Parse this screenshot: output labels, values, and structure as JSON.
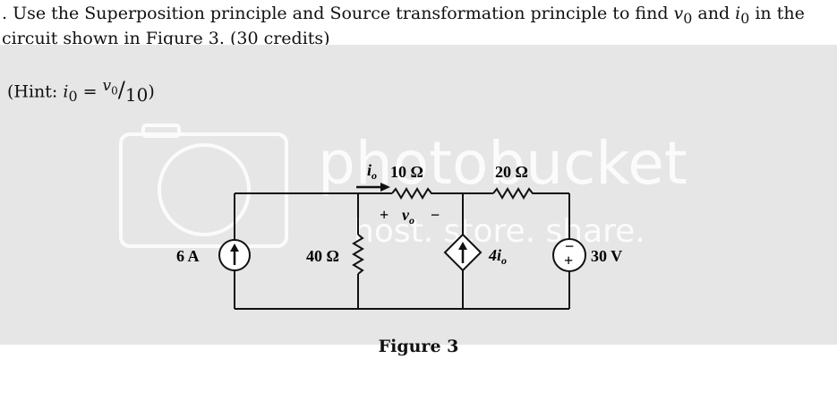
{
  "problem": {
    "prefix": ". Use the Superposition principle and Source transformation principle to find ",
    "var_v": "v",
    "sub_v": "0",
    "conj": " and ",
    "var_i": "i",
    "sub_i": "0",
    "suffix": " in the circuit shown in Figure 3. (30 credits)"
  },
  "hint": {
    "open": "(Hint: ",
    "var_i": "i",
    "sub_i": "0",
    "eq": " = ",
    "num": "v",
    "num_sub": "0",
    "slash": "/",
    "den": "10",
    "close": ")"
  },
  "watermark": {
    "brand": "photobucket",
    "tagline": "host. store. share."
  },
  "circuit": {
    "current_source_label": "6 A",
    "r1_label": "40 Ω",
    "r2_label": "10 Ω",
    "r3_label": "20 Ω",
    "i_label": "i",
    "i_sub": "o",
    "v_plus": "+",
    "v_label": "v",
    "v_sub": "o",
    "v_minus": "−",
    "dependent_label": "4i",
    "dependent_sub": "o",
    "voltage_source_label": "30 V",
    "vs_minus": "−",
    "vs_plus": "+"
  },
  "figure": {
    "caption": "Figure 3"
  },
  "colors": {
    "panel": "#e6e6e6",
    "ink": "#111111",
    "watermark": "#ffffff"
  }
}
